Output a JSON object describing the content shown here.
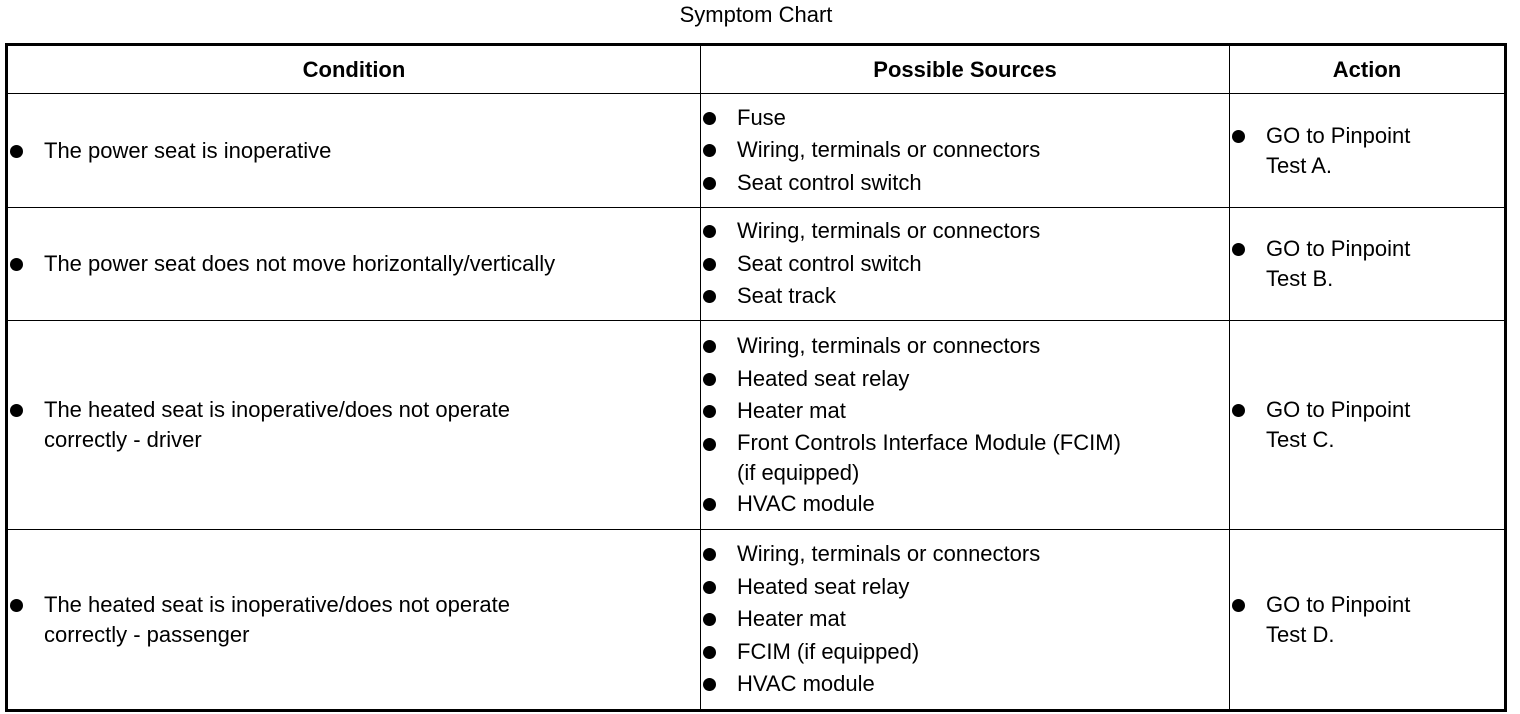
{
  "title": "Symptom Chart",
  "headers": {
    "condition": "Condition",
    "sources": "Possible Sources",
    "action": "Action"
  },
  "rows": [
    {
      "condition": [
        "The power seat is inoperative"
      ],
      "sources": [
        "Fuse",
        "Wiring, terminals or connectors",
        "Seat control switch"
      ],
      "action": [
        "GO to Pinpoint",
        "Test A."
      ]
    },
    {
      "condition": [
        "The power seat does not move horizontally/vertically"
      ],
      "sources": [
        "Wiring, terminals or connectors",
        "Seat control switch",
        "Seat track"
      ],
      "action": [
        "GO to Pinpoint",
        "Test B."
      ]
    },
    {
      "condition": [
        "The heated seat is inoperative/does not operate",
        "correctly - driver"
      ],
      "sources": [
        "Wiring, terminals or connectors",
        "Heated seat relay",
        "Heater mat",
        "Front Controls Interface Module (FCIM)",
        "(if equipped)",
        "HVAC module"
      ],
      "action": [
        "GO to Pinpoint",
        "Test C."
      ]
    },
    {
      "condition": [
        "The heated seat is inoperative/does not operate",
        "correctly - passenger"
      ],
      "sources": [
        "Wiring, terminals or connectors",
        "Heated seat relay",
        "Heater mat",
        "FCIM (if equipped)",
        "HVAC module"
      ],
      "action": [
        "GO to Pinpoint",
        "Test D."
      ]
    }
  ]
}
